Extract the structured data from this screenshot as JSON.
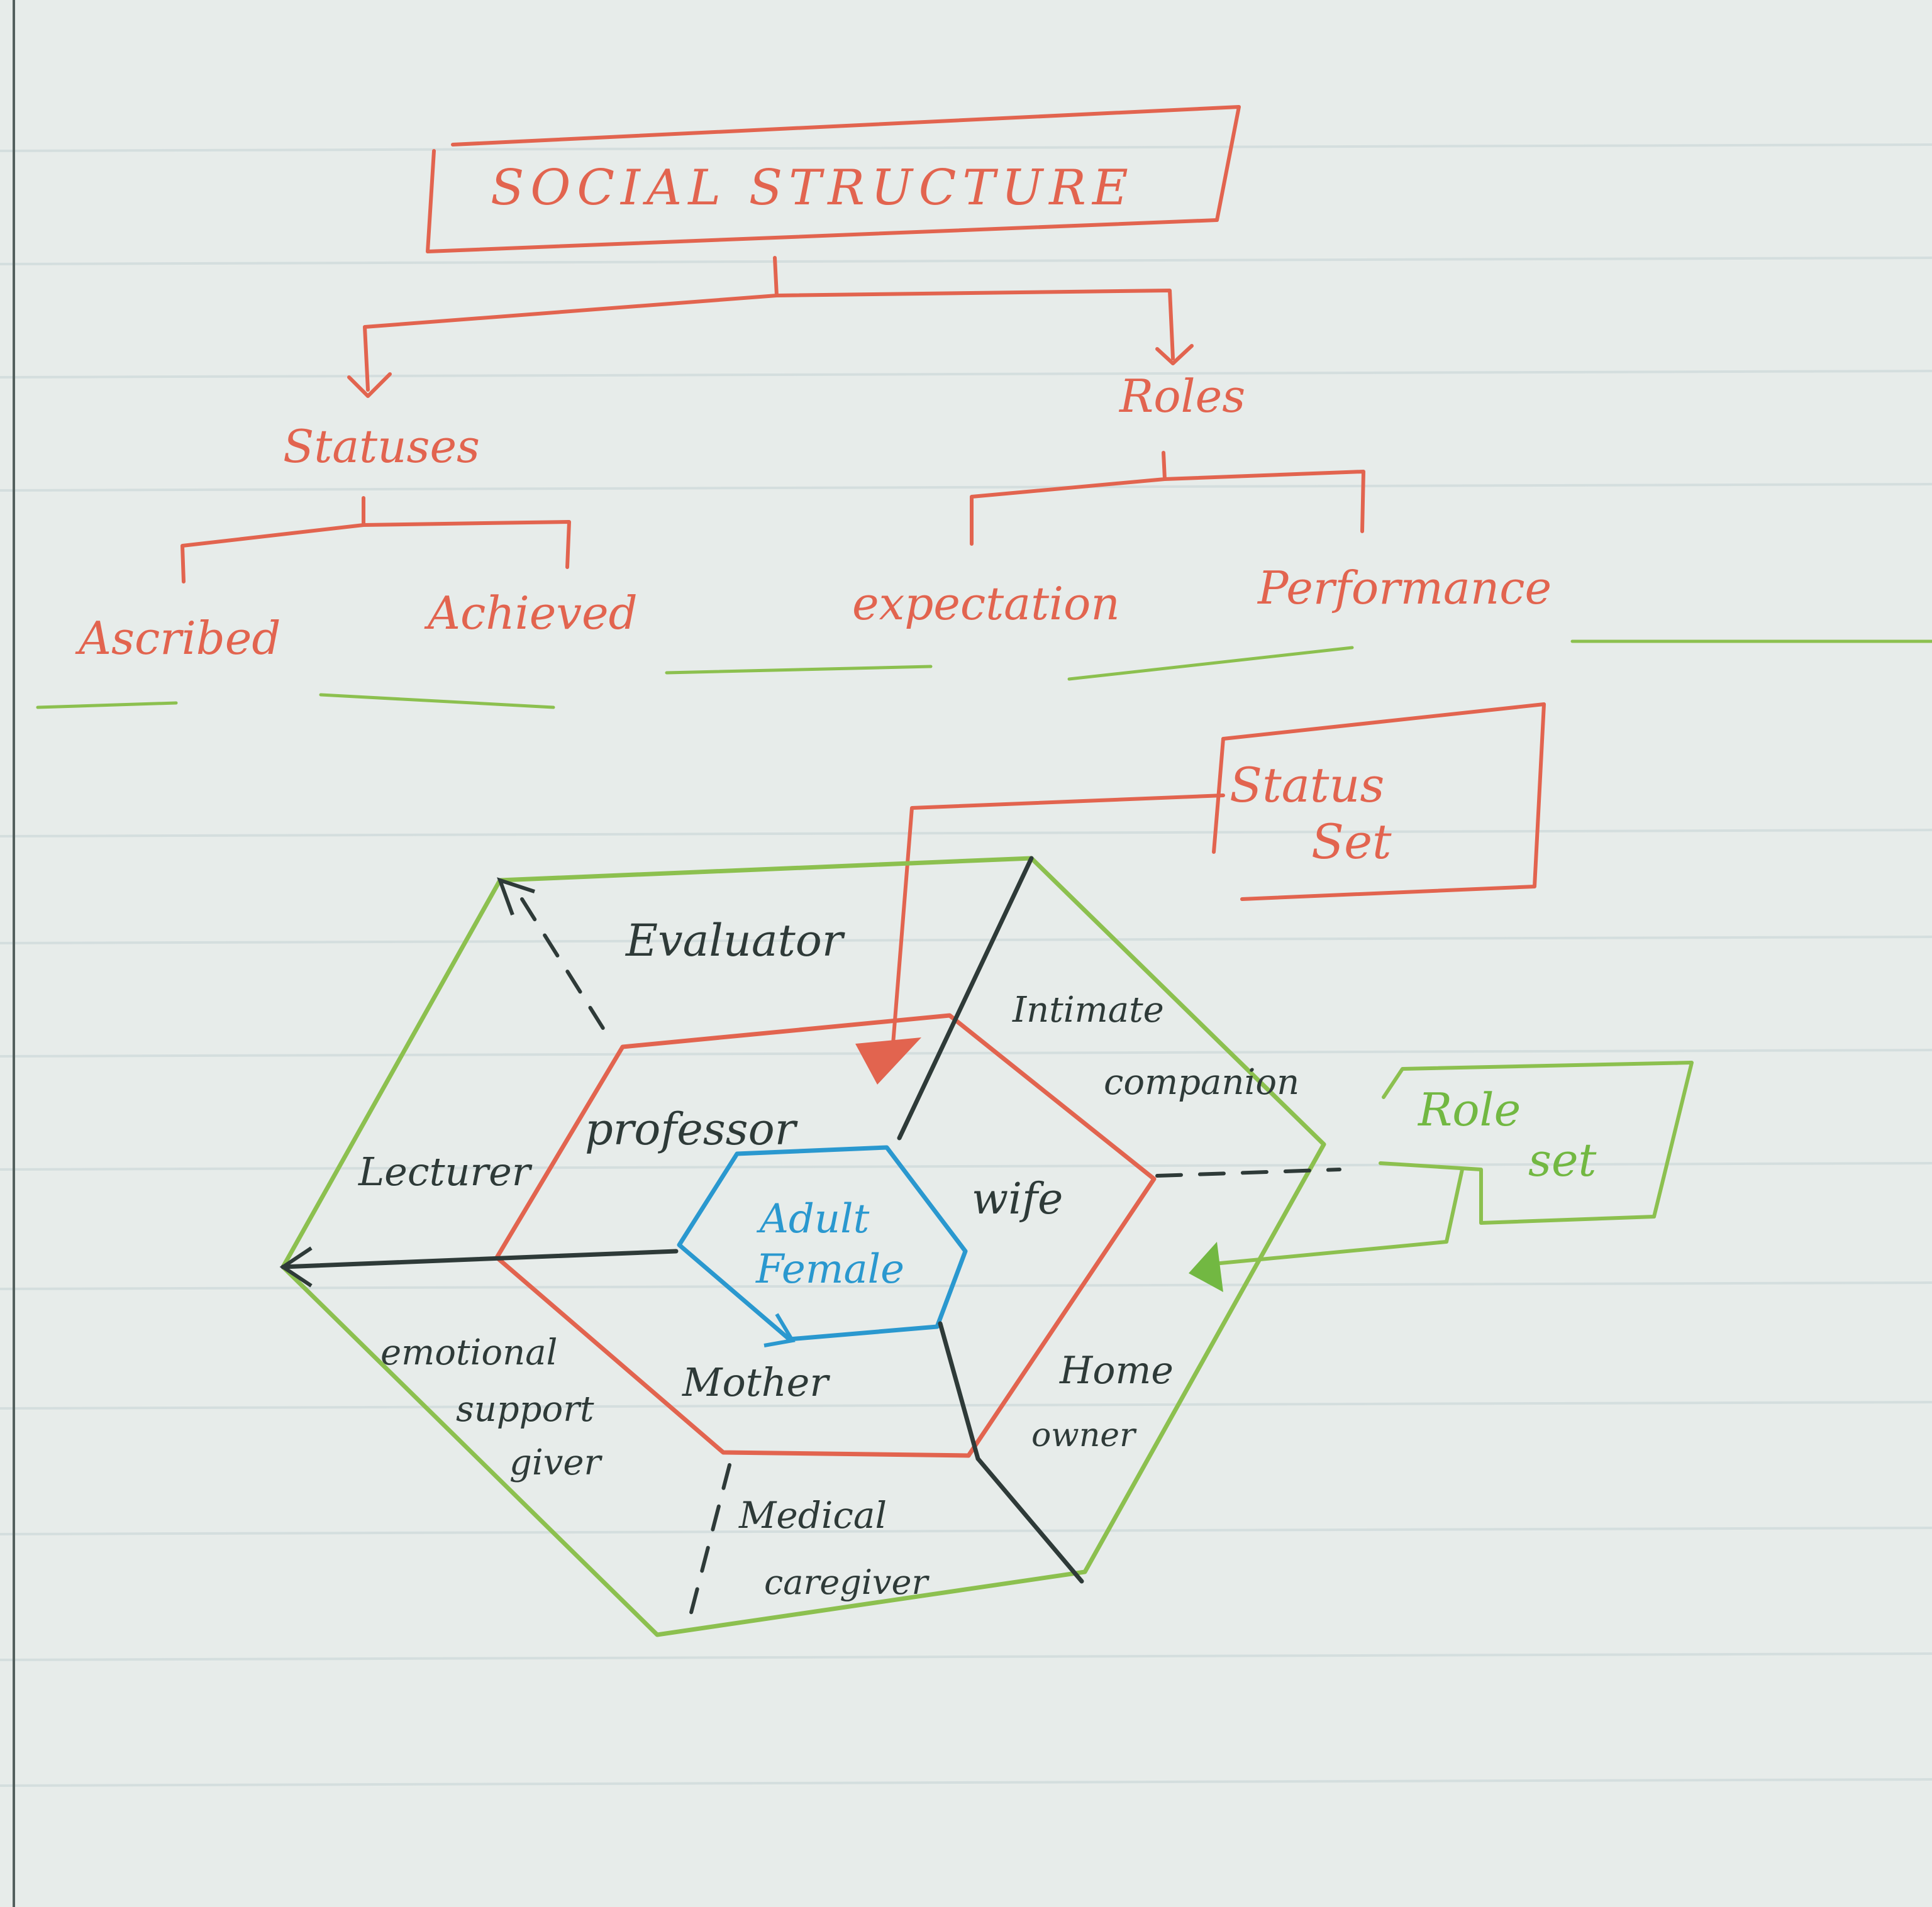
{
  "colors": {
    "paper": "#e7ecea",
    "red_ink": "#e2644f",
    "green_ink": "#8cc04f",
    "blue_ink": "#2a98cf",
    "black_ink": "#2e3a38",
    "ruling": "#c5d3d6"
  },
  "tree": {
    "root": "SOCIAL STRUCTURE",
    "statuses": "Statuses",
    "roles": "Roles",
    "ascribed": "Ascribed",
    "achieved": "Achieved",
    "expectation": "expectation",
    "performance": "Performance"
  },
  "callouts": {
    "status_set": {
      "line1": "Status",
      "line2": "Set"
    },
    "role_set": {
      "line1": "Role",
      "line2": "set"
    }
  },
  "center": {
    "line1": "Adult",
    "line2": "Female"
  },
  "statuses_ring": {
    "professor": "professor",
    "wife": "wife",
    "mother": "Mother"
  },
  "roles_ring": {
    "evaluator": "Evaluator",
    "intimate_companion": {
      "line1": "Intimate",
      "line2": "companion"
    },
    "lecturer": "Lecturer",
    "emotional_support_giver": {
      "line1": "emotional",
      "line2": "support",
      "line3": "giver"
    },
    "home_owner": {
      "line1": "Home",
      "line2": "owner"
    },
    "medical_caregiver": {
      "line1": "Medical",
      "line2": "caregiver"
    }
  }
}
